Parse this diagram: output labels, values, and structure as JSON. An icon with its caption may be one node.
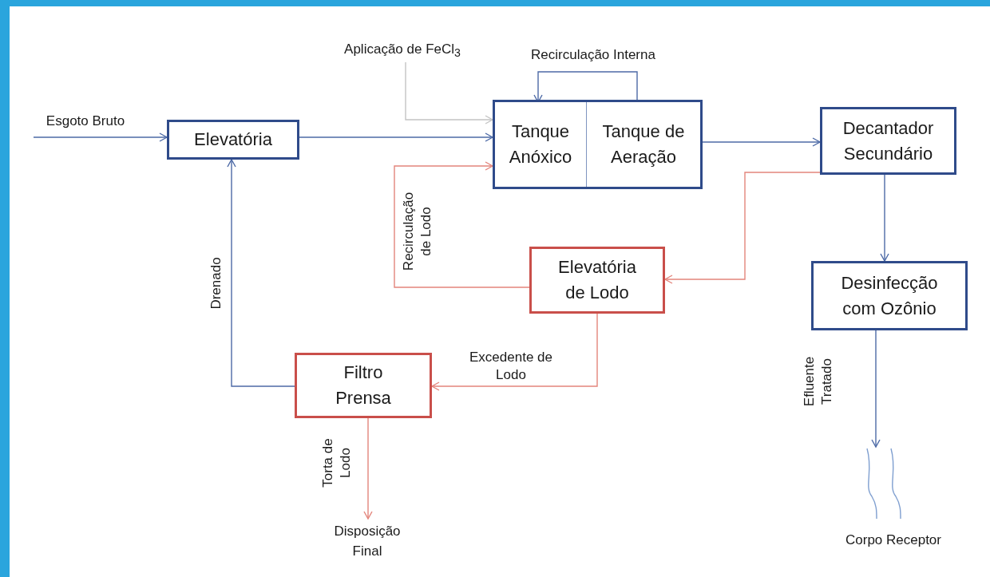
{
  "diagram": {
    "nodes": [
      {
        "text": [
          "Elevatória"
        ]
      },
      {
        "text": [],
        "shape": "box"
      },
      {
        "text": [
          "Tanque Anóxico"
        ],
        "in": 1
      },
      {
        "text": [
          "Tanque de Aeração"
        ],
        "in": 1
      },
      {
        "text": [
          "Decantador Secundário"
        ]
      },
      {
        "text": [
          "Elevatória de Lodo"
        ]
      },
      {
        "text": [
          "Desinfecção com Ozônio"
        ]
      },
      {
        "text": [
          "Filtro Prensa"
        ]
      },
      {
        "text": [
          "Aplicação de FeCl$_{3}$"
        ]
      },
      {
        "text": [
          "Disposição Final"
        ]
      },
      {
        "text": [
          "Corpo Receptor"
        ]
      }
    ],
    "edges": [
      {
        "from": null,
        "to": 0,
        "arrow": "to",
        "label": "Esgoto Bruto"
      },
      {
        "from": 0,
        "to": 1,
        "arrow": "to"
      },
      {
        "from": 8,
        "to": 1,
        "arrow": "to",
        "color": "#c4c4c4"
      },
      {
        "from": 3,
        "to": 2,
        "arrow": "to",
        "label": "Recirculação Interna"
      },
      {
        "from": 1,
        "to": 4,
        "arrow": "to"
      },
      {
        "from": 4,
        "to": 5,
        "arrow": "to",
        "color": "#e3857c"
      },
      {
        "from": 5,
        "to": 1,
        "arrow": "to",
        "color": "#e3857c",
        "label": "Recirculação de Lodo"
      },
      {
        "from": 4,
        "to": 6,
        "arrow": "to"
      },
      {
        "from": 5,
        "to": 7,
        "arrow": "to",
        "color": "#e3857c",
        "label": "Excedente de Lodo"
      },
      {
        "from": 7,
        "to": 0,
        "arrow": "to",
        "label": "Drenado"
      },
      {
        "from": 7,
        "to": 9,
        "arrow": "to",
        "color": "#e3857c",
        "label": "Torta de Lodo"
      },
      {
        "from": 6,
        "to": 10,
        "arrow": "to",
        "label": "Efluente Tratado"
      }
    ]
  }
}
